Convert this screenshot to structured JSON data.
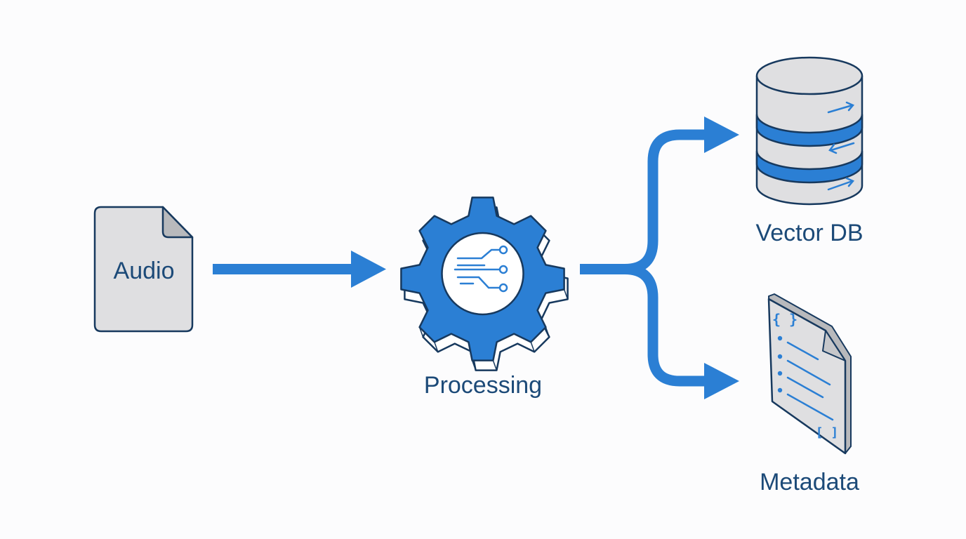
{
  "diagram": {
    "nodes": {
      "audio": {
        "label": "Audio"
      },
      "processing": {
        "label": "Processing"
      },
      "vector_db": {
        "label": "Vector DB"
      },
      "metadata": {
        "label": "Metadata",
        "glyph_braces": "{ }",
        "glyph_brackets": "[ ]"
      }
    },
    "edges": [
      {
        "from": "audio",
        "to": "processing"
      },
      {
        "from": "processing",
        "to": "vector_db"
      },
      {
        "from": "processing",
        "to": "metadata"
      }
    ]
  },
  "colors": {
    "accent": "#2b7fd4",
    "outline": "#17395e",
    "label": "#1c4a78",
    "fill_gray": "#dfdfe1",
    "background": "#fcfcfd"
  },
  "icons": {
    "audio": "file-icon",
    "processing": "gear-icon",
    "vector_db": "database-icon",
    "metadata": "document-icon"
  }
}
